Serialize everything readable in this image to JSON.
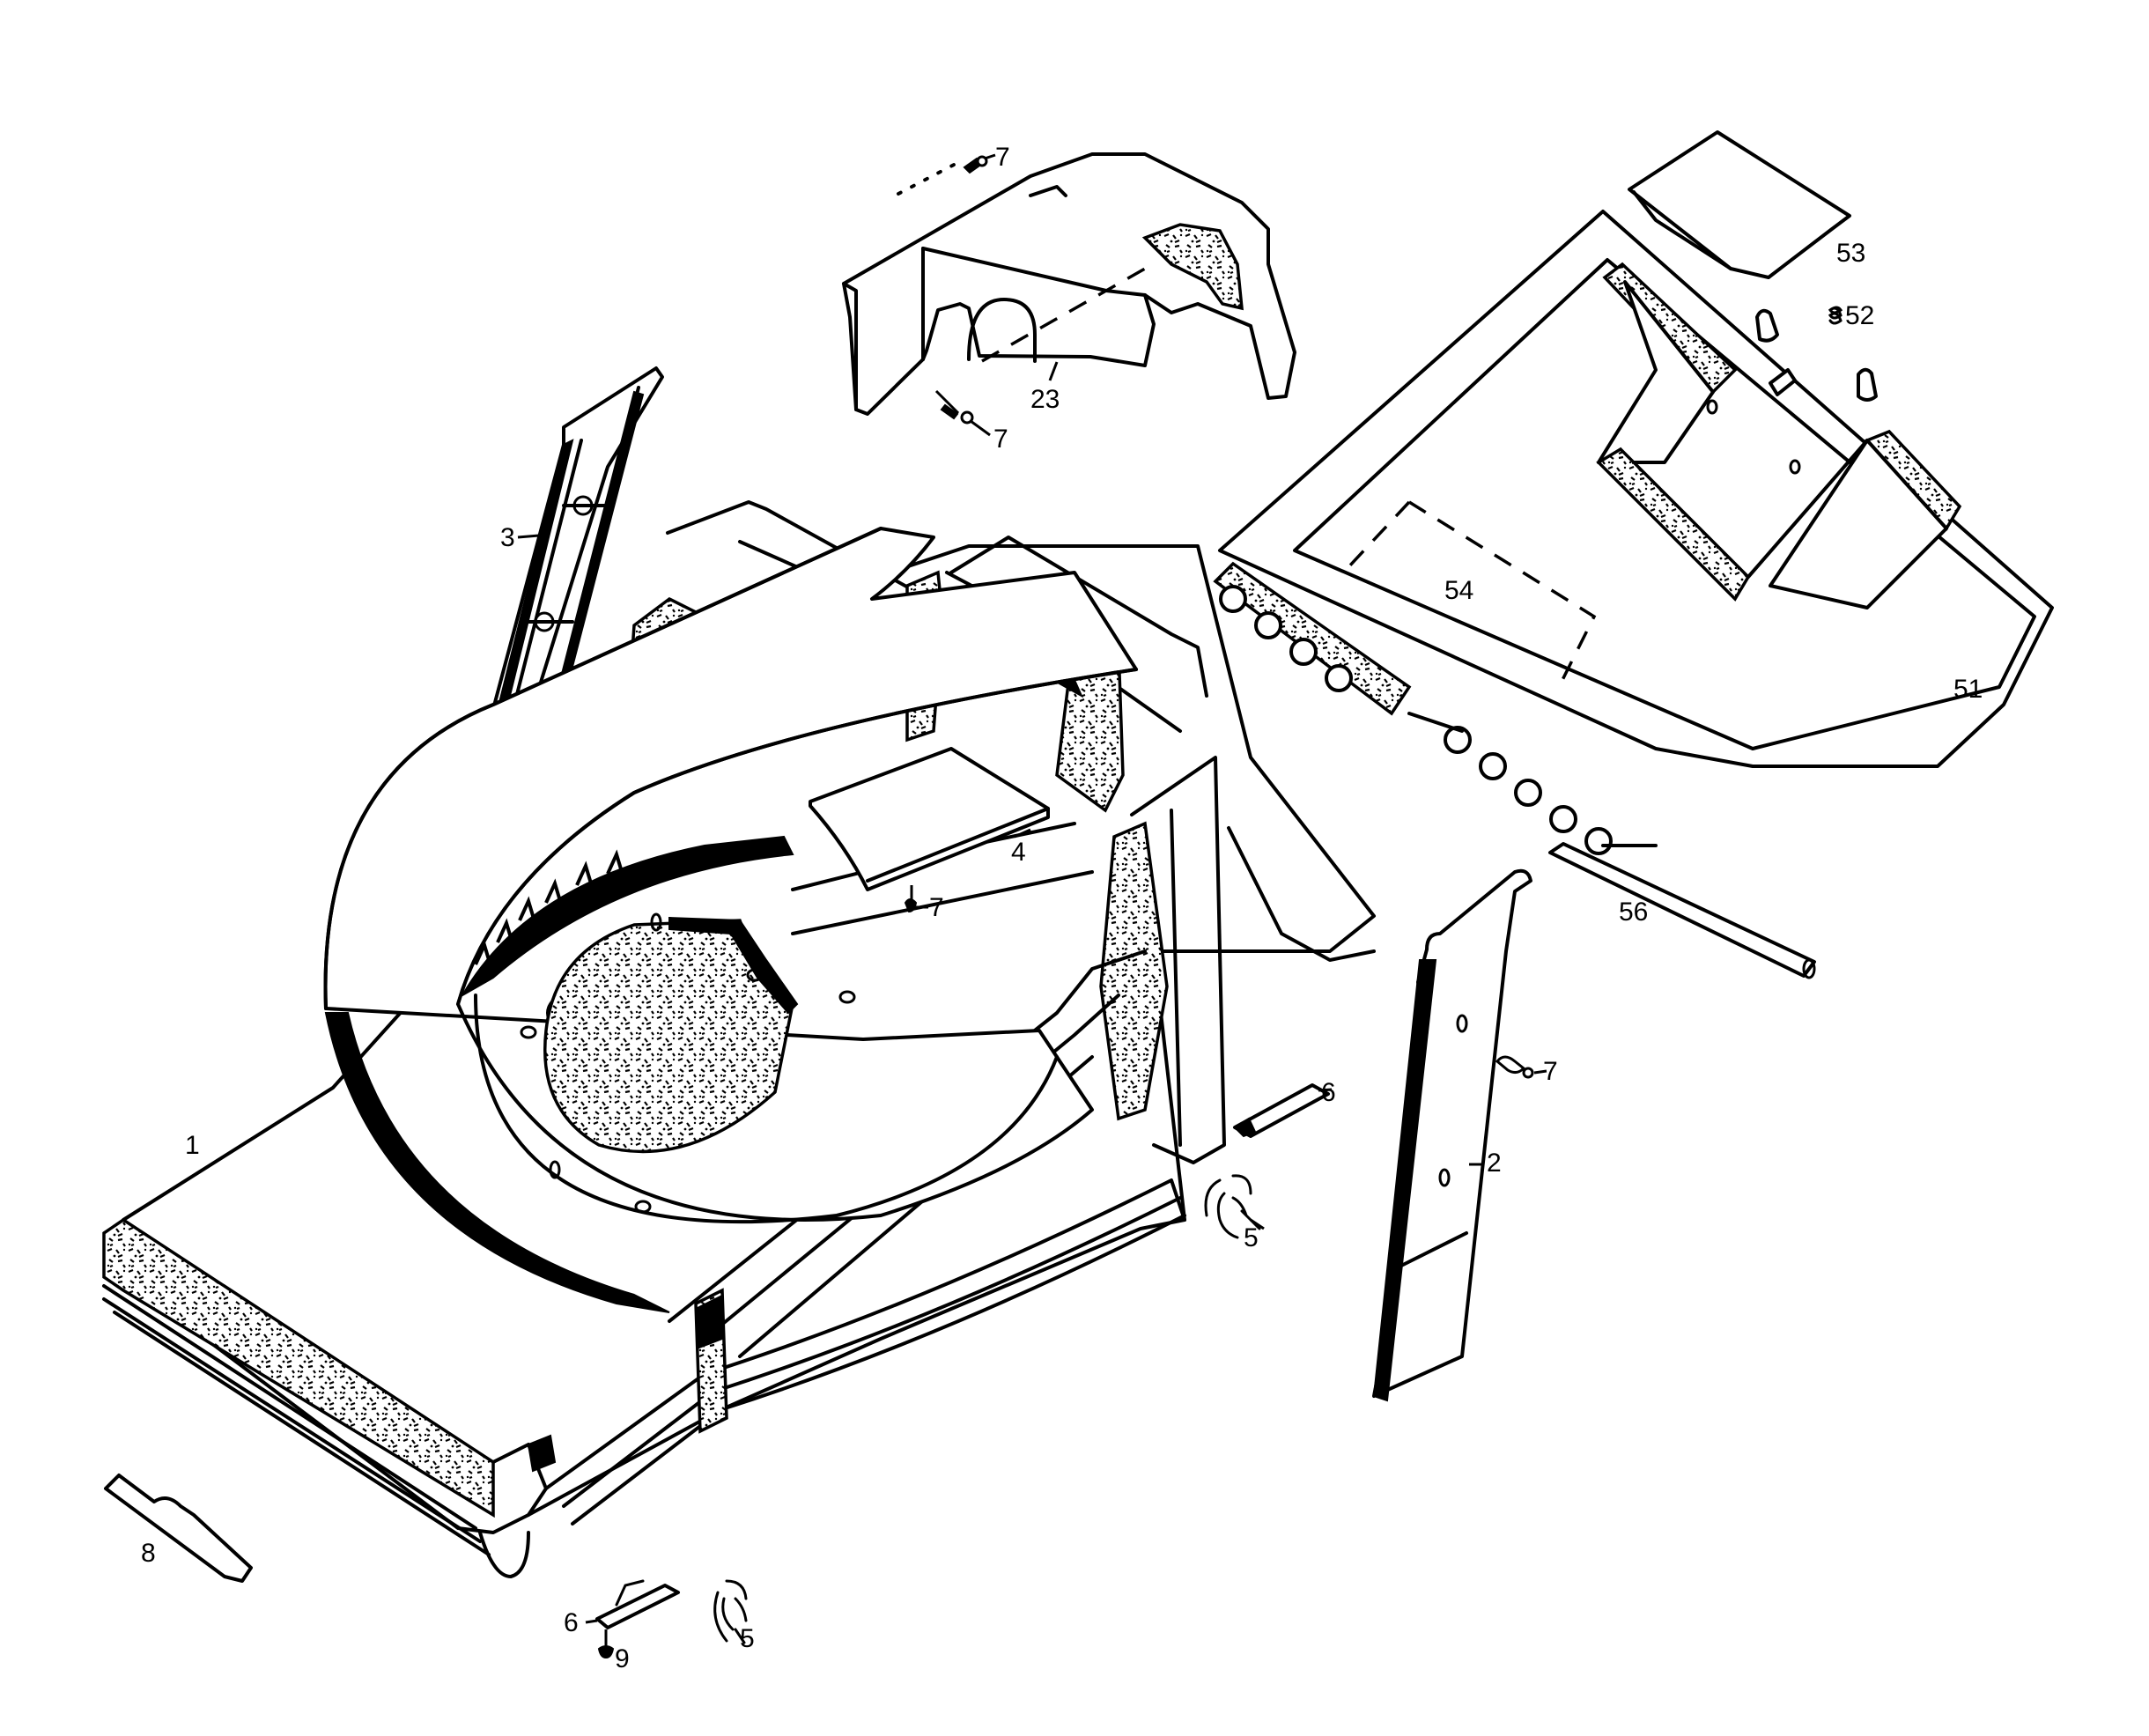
{
  "diagram": {
    "type": "exploded parts diagram",
    "subject": "lawn mower deck assembly",
    "line_color": "#000000",
    "background": "#ffffff",
    "callouts": {
      "deck": "1",
      "side_trim_right": "2",
      "side_trim_left": "3",
      "flap_plate": "4",
      "clip_right": "5",
      "clip_front": "5",
      "bracket_right": "6",
      "bracket_front": "6",
      "screw_guard_top": "7",
      "screw_guard_bottom": "7",
      "screw_deck": "7",
      "screw_trim": "7",
      "front_plate": "8",
      "rivet": "9",
      "rear_guard": "23",
      "grass_box_lid": "51",
      "spring": "52",
      "lid_flap": "53",
      "label_area": "54",
      "hinge_rod": "56"
    }
  }
}
